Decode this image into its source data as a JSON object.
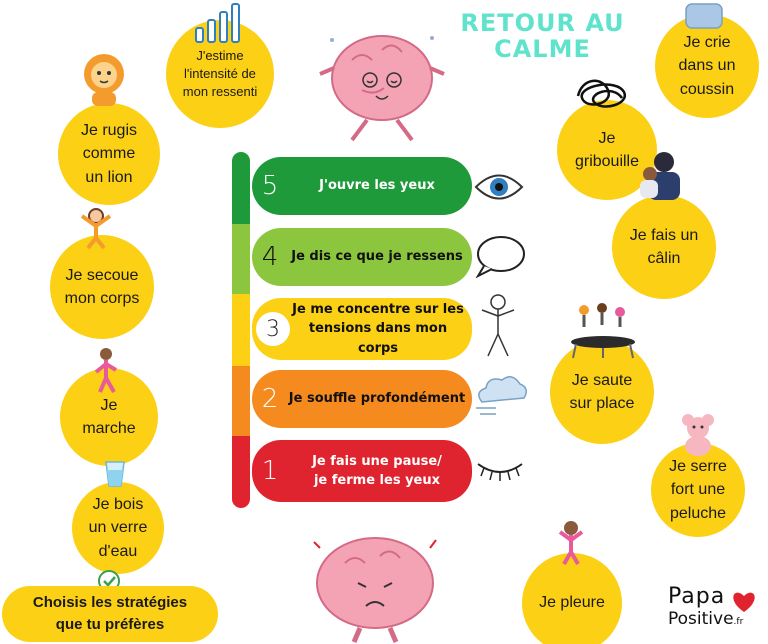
{
  "title": "RETOUR AU\nCALME",
  "steps": [
    {
      "num": "5",
      "label": "J'ouvre les yeux",
      "color": "#1f9a3a",
      "icon": "eye-icon"
    },
    {
      "num": "4",
      "label": "Je dis ce que je ressens",
      "color": "#8cc63f",
      "icon": "speech-bubble-icon"
    },
    {
      "num": "3",
      "label": "Je me concentre sur les\ntensions dans mon corps",
      "color": "#fcd015",
      "icon": "stick-figure-icon"
    },
    {
      "num": "2",
      "label": "Je souffle profondément",
      "color": "#f58a1f",
      "icon": "wind-cloud-icon"
    },
    {
      "num": "1",
      "label": "Je fais une pause/\nje ferme les yeux",
      "color": "#e0242f",
      "icon": "closed-eye-icon"
    }
  ],
  "left_strategies": [
    "J'estime\nl'intensité de\nmon ressenti",
    "Je rugis\ncomme\nun lion",
    "Je secoue\nmon corps",
    "Je\nmarche",
    "Je bois\nun verre\nd'eau"
  ],
  "right_strategies": [
    "Je crie\ndans un\ncoussin",
    "Je\ngribouille",
    "Je fais un\ncâlin",
    "Je saute\nsur place",
    "Je serre\nfort une\npeluche",
    "Je pleure"
  ],
  "footer_cta": "Choisis les stratégies\nque tu préfères",
  "brand": {
    "line1": "Papa",
    "line2": "Positive",
    "suffix": ".fr"
  },
  "colors": {
    "circle": "#fcd015",
    "title": "#5fe3cc",
    "heart": "#e0242f"
  }
}
